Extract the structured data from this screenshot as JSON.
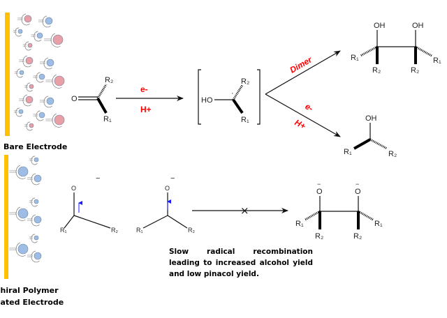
{
  "colors": {
    "electrode": "#FFC000",
    "reagent": "#FF0000",
    "pink_molecule": "#e8a0a6",
    "blue_molecule": "#9dbde6",
    "spin_arrow": "#1a1aff"
  },
  "electrodes": {
    "bare_label": "Bare Electrode",
    "coated_label_line1": "Chiral Polymer",
    "coated_label_line2": "Coated Electrode"
  },
  "atoms": {
    "O": "O",
    "HO": "HO",
    "OH": "OH",
    "R1": "R₁",
    "R2": "R₂",
    "minus": "−",
    "dot": "·"
  },
  "reagents": {
    "step1_top": "e-",
    "step1_bottom": "H+",
    "dimer": "Dimer",
    "alcohol_top": "e-",
    "alcohol_bottom": "H+"
  },
  "blocked_mark": "×",
  "caption": "Slow radical recombination leading to increased alcohol yield and low pinacol yield."
}
